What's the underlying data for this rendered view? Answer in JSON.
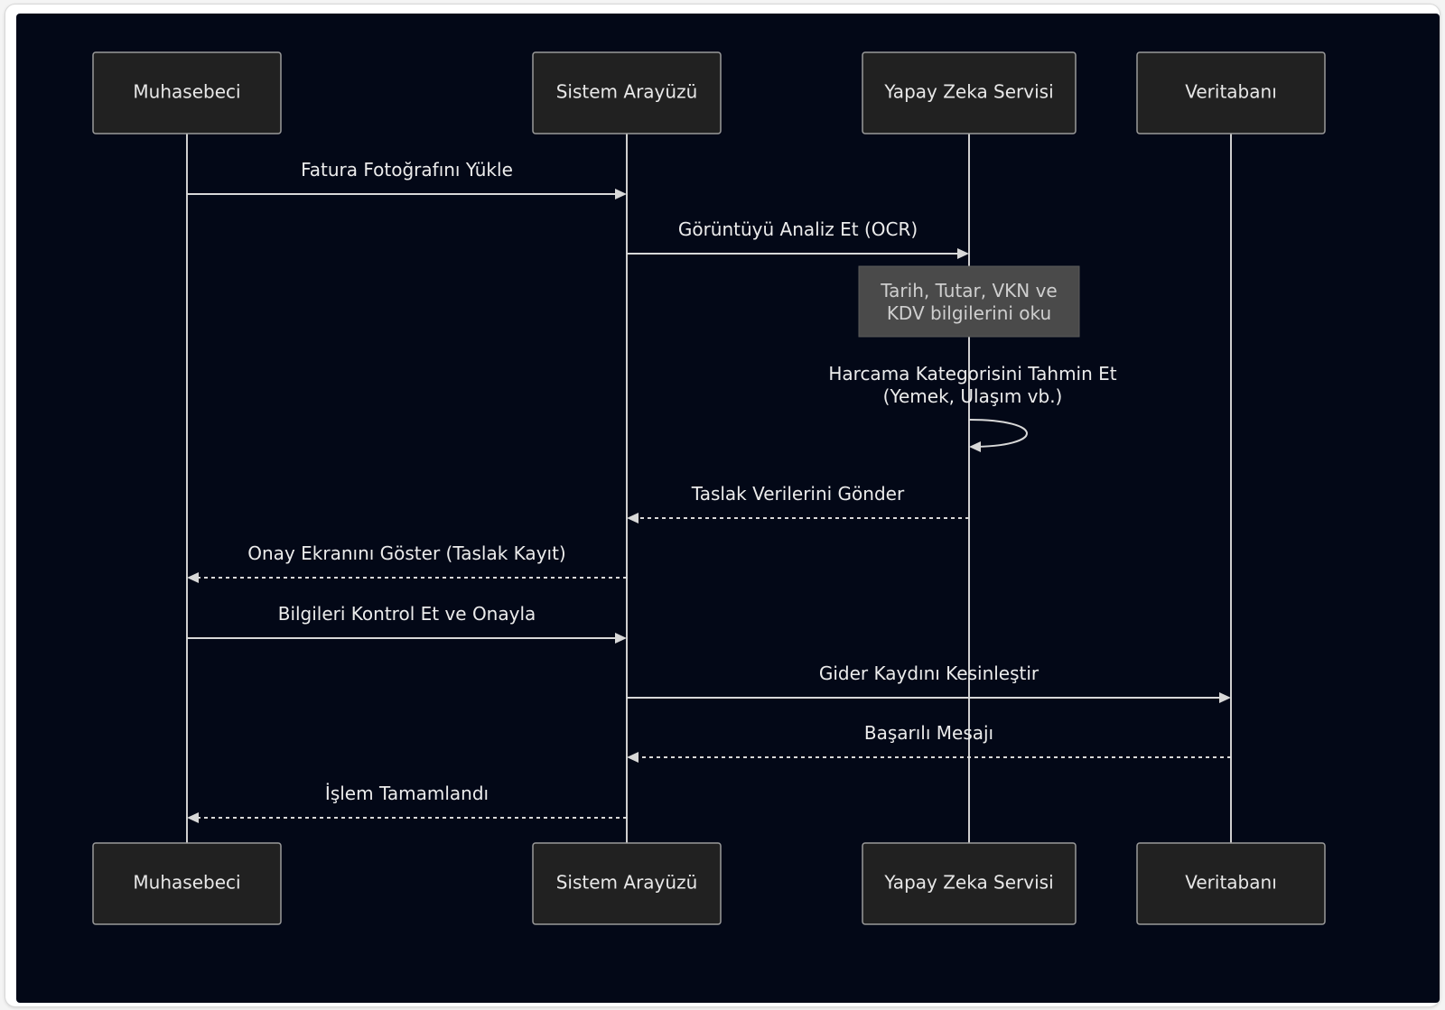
{
  "diagram": {
    "type": "sequence",
    "actors": [
      {
        "id": "a0",
        "label": "Muhasebeci"
      },
      {
        "id": "a1",
        "label": "Sistem Arayüzü"
      },
      {
        "id": "a2",
        "label": "Yapay Zeka Servisi"
      },
      {
        "id": "a3",
        "label": "Veritabanı"
      }
    ],
    "messages": [
      {
        "from": 0,
        "to": 1,
        "style": "solid",
        "lines": [
          "Fatura Fotoğrafını Yükle"
        ]
      },
      {
        "from": 1,
        "to": 2,
        "style": "solid",
        "lines": [
          "Görüntüyü Analiz Et (OCR)"
        ]
      },
      {
        "note": true,
        "over": 2,
        "lines": [
          "Tarih, Tutar, VKN ve",
          "KDV bilgilerini oku"
        ]
      },
      {
        "from": 2,
        "to": 2,
        "style": "solid",
        "self": true,
        "lines": [
          "Harcama Kategorisini Tahmin Et",
          "(Yemek, Ulaşım vb.)"
        ]
      },
      {
        "from": 2,
        "to": 1,
        "style": "dashed",
        "lines": [
          "Taslak Verilerini Gönder"
        ]
      },
      {
        "from": 1,
        "to": 0,
        "style": "dashed",
        "lines": [
          "Onay Ekranını Göster (Taslak Kayıt)"
        ]
      },
      {
        "from": 0,
        "to": 1,
        "style": "solid",
        "lines": [
          "Bilgileri Kontrol Et ve Onayla"
        ]
      },
      {
        "from": 1,
        "to": 3,
        "style": "solid",
        "lines": [
          "Gider Kaydını Kesinleştir"
        ]
      },
      {
        "from": 3,
        "to": 1,
        "style": "dashed",
        "lines": [
          "Başarılı Mesajı"
        ]
      },
      {
        "from": 1,
        "to": 0,
        "style": "dashed",
        "lines": [
          "İşlem Tamamlandı"
        ]
      }
    ]
  }
}
